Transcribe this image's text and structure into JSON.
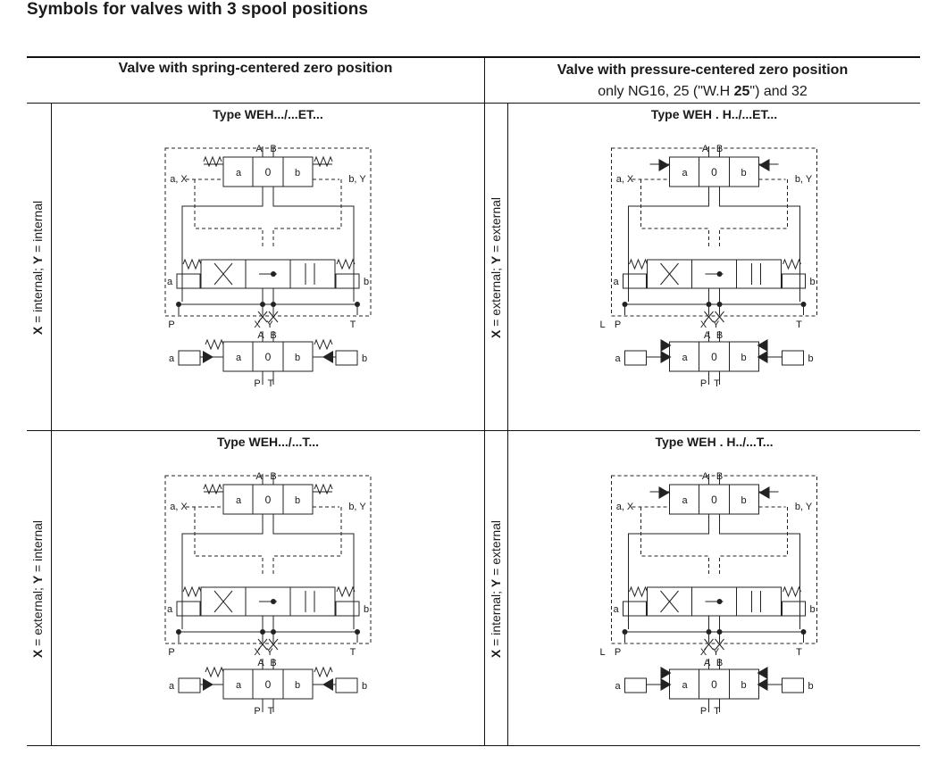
{
  "page_title": "Symbols for valves with 3 spool positions",
  "columns": {
    "left": {
      "title": "Valve with spring-centered zero position"
    },
    "right": {
      "title": "Valve with pressure-centered zero position",
      "note_prefix": "only NG16, 25 (\"W.H ",
      "note_bold": "25",
      "note_suffix": "\") and 32"
    }
  },
  "rows": [
    {
      "left_label": {
        "x": "X",
        "x_mode": " = internal; ",
        "y": "Y",
        "y_mode": " = internal"
      },
      "right_label": {
        "x": "X",
        "x_mode": " = external; ",
        "y": "Y",
        "y_mode": " = external"
      }
    },
    {
      "left_label": {
        "x": "X",
        "x_mode": " = external; ",
        "y": "Y",
        "y_mode": " = internal"
      },
      "right_label": {
        "x": "X",
        "x_mode": " = internal; ",
        "y": "Y",
        "y_mode": " = external"
      }
    }
  ],
  "cells": {
    "r1c1": {
      "type": "Type WEH.../...ET..."
    },
    "r1c2": {
      "type": "Type WEH . H../...ET..."
    },
    "r2c1": {
      "type": "Type WEH.../...T..."
    },
    "r2c2": {
      "type": "Type WEH . H../...T..."
    }
  },
  "symbol_labels": {
    "A": "A",
    "B": "B",
    "P": "P",
    "T": "T",
    "X": "X",
    "Y": "Y",
    "L": "L",
    "a": "a",
    "b": "b",
    "zero": "0",
    "aX": "a, X",
    "bY": "b, Y"
  }
}
